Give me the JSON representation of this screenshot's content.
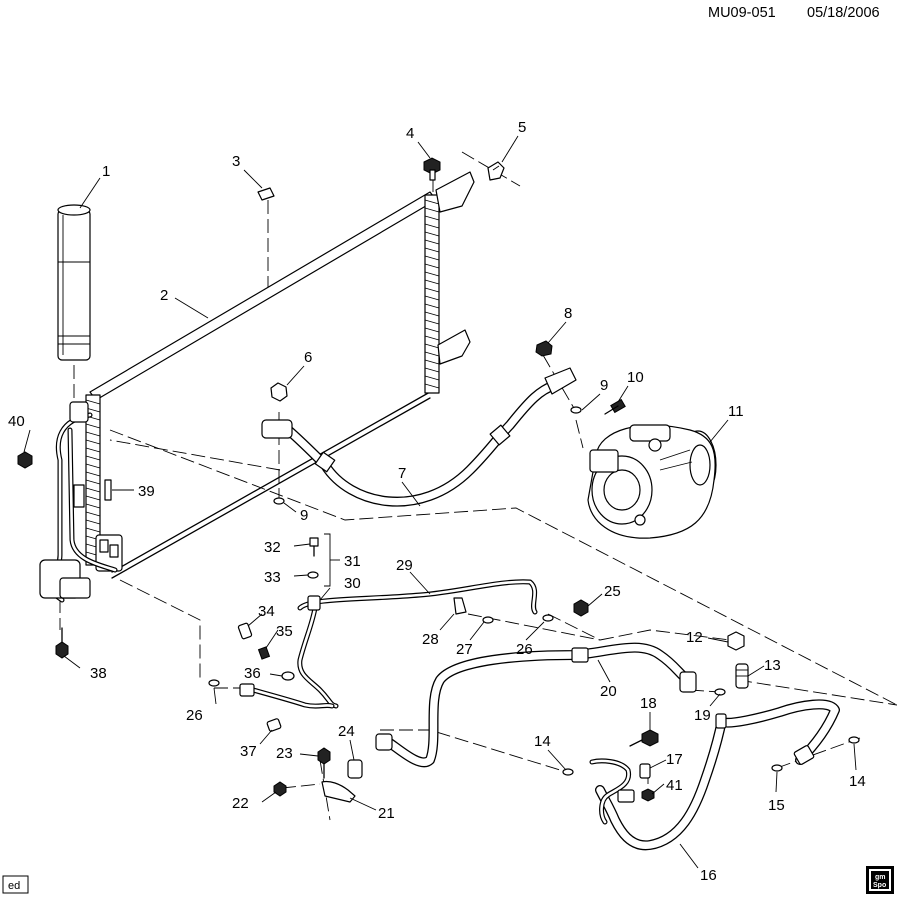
{
  "header": {
    "diagram_id": "MU09-051",
    "date": "05/18/2006"
  },
  "footer": {
    "corner_tag": "ed",
    "logo_line1": "gm",
    "logo_line2": "Spo"
  },
  "callouts": {
    "c1": "1",
    "c2": "2",
    "c3": "3",
    "c4": "4",
    "c5": "5",
    "c6": "6",
    "c7": "7",
    "c8": "8",
    "c9a": "9",
    "c9b": "9",
    "c10": "10",
    "c11": "11",
    "c12": "12",
    "c13": "13",
    "c14a": "14",
    "c14b": "14",
    "c15": "15",
    "c16": "16",
    "c17": "17",
    "c18": "18",
    "c19": "19",
    "c20": "20",
    "c21": "21",
    "c22": "22",
    "c23": "23",
    "c24": "24",
    "c25": "25",
    "c26a": "26",
    "c26b": "26",
    "c27": "27",
    "c28": "28",
    "c29": "29",
    "c30": "30",
    "c31": "31",
    "c32": "32",
    "c33": "33",
    "c34": "34",
    "c35": "35",
    "c36": "36",
    "c37": "37",
    "c38": "38",
    "c39": "39",
    "c40": "40",
    "c41": "41"
  }
}
